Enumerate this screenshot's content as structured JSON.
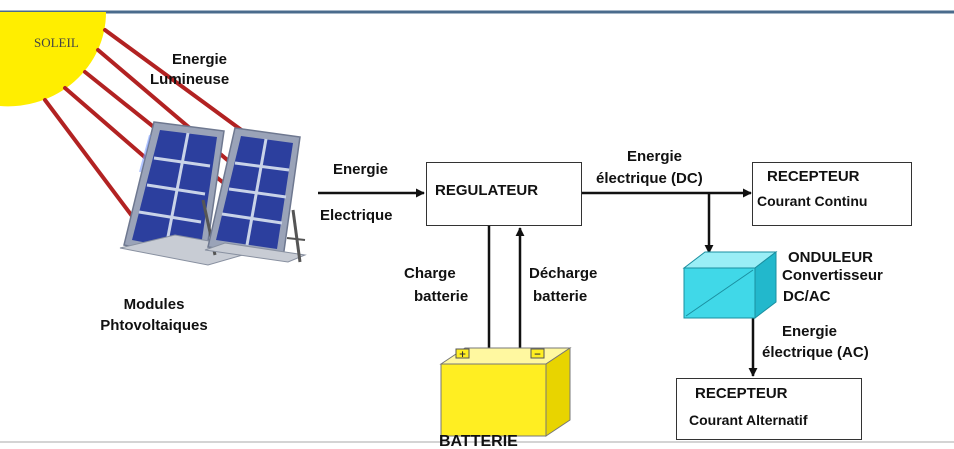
{
  "labels": {
    "sun": "SOLEIL",
    "light_energy_line1": "Energie",
    "light_energy_line2": "Lumineuse",
    "modules_line1": "Modules",
    "modules_line2": "Phtovoltaiques",
    "electric_energy_line1": "Energie",
    "electric_energy_line2": "Electrique",
    "regulator": "REGULATEUR",
    "dc_energy_line1": "Energie",
    "dc_energy_line2": "électrique (DC)",
    "dc_receiver_line1": "RECEPTEUR",
    "dc_receiver_line2": "Courant Continu",
    "charge_line1": "Charge",
    "charge_line2": "batterie",
    "discharge_line1": "Décharge",
    "discharge_line2": "batterie",
    "inverter_line1": "ONDULEUR",
    "inverter_line2": "Convertisseur",
    "inverter_line3": "DC/AC",
    "ac_energy_line1": "Energie",
    "ac_energy_line2": "électrique (AC)",
    "ac_receiver_line1": "RECEPTEUR",
    "ac_receiver_line2": "Courant Alternatif",
    "battery": "BATTERIE",
    "battery_plus": "+",
    "battery_minus": "−"
  },
  "colors": {
    "sun": "#ffee00",
    "rays": "#b22222",
    "panel_cell": "#2c3f9e",
    "panel_frame": "#9aa3b8",
    "inverter": "#40d8e8",
    "battery": "#ffee22",
    "frame_top": "#4a6b8c",
    "arrow": "#111111"
  },
  "icons": {
    "sun": "sun-icon",
    "panels": "solar-panel-icon",
    "inverter": "inverter-cube-icon",
    "battery": "battery-icon"
  }
}
